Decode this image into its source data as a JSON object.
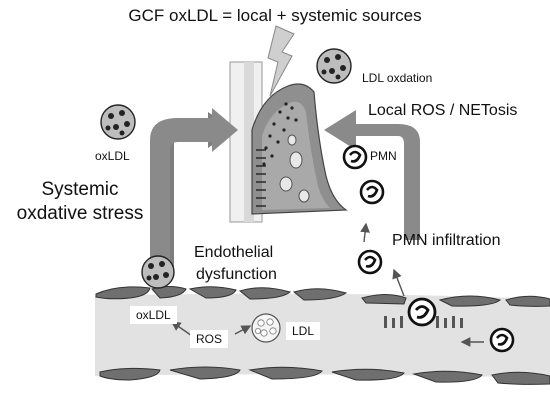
{
  "title": "GCF oxLDL = local + systemic sources",
  "labels": {
    "ldl_oxidation": "LDL oxdation",
    "local_ros": "Local ROS / NETosis",
    "oxldl_left": "oxLDL",
    "pmn": "PMN",
    "systemic_line1": "Systemic",
    "systemic_line2": "oxdative stress",
    "endothelial_line1": "Endothelial",
    "endothelial_line2": "dysfunction",
    "pmn_infiltration": "PMN infiltration",
    "vessel_oxldl": "oxLDL",
    "vessel_ros": "ROS",
    "vessel_ldl": "LDL"
  },
  "icons": [
    "ldl-particle-icon",
    "oxldl-particle-icon",
    "pmn-cell-icon",
    "lightning-icon",
    "tooth-icon",
    "arrow-icon"
  ],
  "colors": {
    "vessel_wall": "#e2e2e2",
    "endothelium": "#6f6f6f",
    "arrow": "#888888",
    "gingiva": "#8a8a8a",
    "tooth": "#e9e9e9"
  }
}
